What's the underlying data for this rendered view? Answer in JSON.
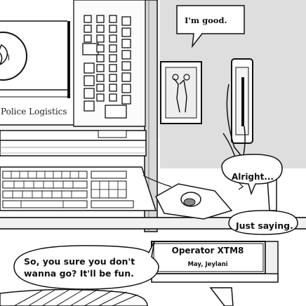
{
  "poster": {
    "caption": "Police Logistics"
  },
  "speech": {
    "operator_reply": "I'm good.",
    "operator_alright": "Alright...",
    "operator_just_saying": "Just saying.",
    "coworker_line": "So, you sure you don't wanna go? It'll be fun."
  },
  "nameplate": {
    "title": "Operator XTM8",
    "subtitle": "May, Jeylani"
  },
  "colors": {
    "ink": "#111111",
    "paper": "#ffffff",
    "wall": "#dcdcdc",
    "shade": "#a9a9a9"
  }
}
